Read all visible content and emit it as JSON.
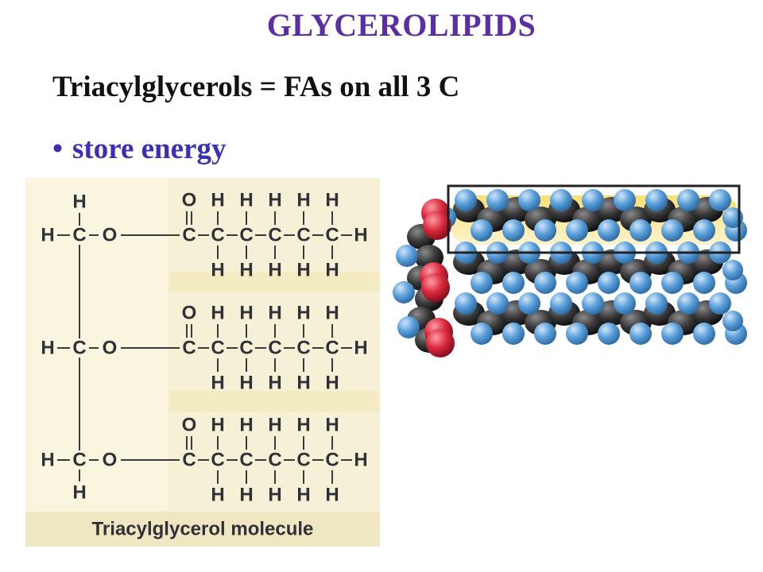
{
  "slide": {
    "title": "GLYCEROLIPIDS",
    "heading": "Triacylglycerols = FAs on all 3 C",
    "bullet_marker": "•",
    "bullet_text": "store energy"
  },
  "structural_formula": {
    "caption": "Triacylglycerol molecule",
    "backbone": {
      "top_h": "H",
      "bottom_h": "H",
      "carbon": "C",
      "oxygen": "O",
      "side_h": "H"
    },
    "chain": {
      "carbonyl_o": "O",
      "carbon": "C",
      "hydrogen": "H"
    }
  },
  "space_filling_model": {
    "colors": {
      "oxygen": "#d8283c",
      "hydrogen": "#5a9ed8",
      "carbon": "#3a3a3a",
      "highlight": "#f5c400",
      "frame": "#222222"
    }
  }
}
